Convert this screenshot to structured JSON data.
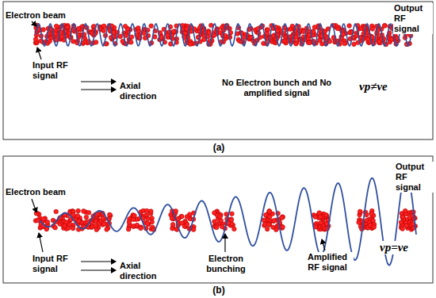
{
  "diagram": {
    "labels": [
      "Electron beam",
      "Input RF signal",
      "Axial direction",
      "No Electron bunch and No amplified signal",
      "vp≠ve",
      "Output RF signal",
      "(a)",
      "Electron beam",
      "Input RF signal",
      "Axial direction",
      "Electron bunching",
      "Amplified RF signal",
      "vp=ve",
      "Output RF signal",
      "(b)"
    ]
  }
}
